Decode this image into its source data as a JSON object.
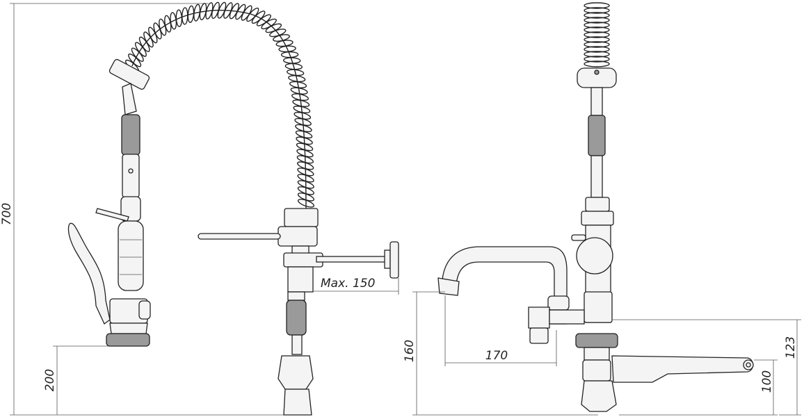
{
  "dimensions": {
    "overall_height": "700",
    "base_height_left": "200",
    "arm_reach": "Max. 150",
    "spout_height": "160",
    "spout_reach": "170",
    "lever_height": "100",
    "outlet_height": "123"
  },
  "colors": {
    "line": "#333333",
    "fill_light": "#f4f4f4",
    "fill_dark": "#9a9a9a"
  }
}
